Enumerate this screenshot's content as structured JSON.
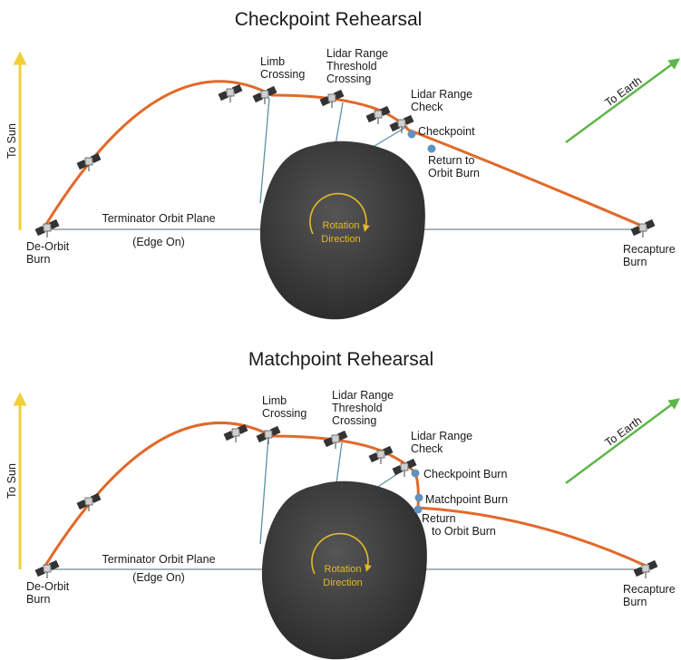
{
  "colors": {
    "trajectory": "#e1692a",
    "sun_arrow": "#f2cf3a",
    "earth_arrow": "#5fb548",
    "event_dot": "#5d93c0",
    "asteroid": "#3b3b3b",
    "rotation": "#e6b92a"
  },
  "icons": [
    "spacecraft-icon",
    "asteroid-icon",
    "rotation-arrow-icon",
    "sun-direction-arrow-icon",
    "earth-direction-arrow-icon"
  ],
  "checkpoint": {
    "title": "Checkpoint Rehearsal",
    "to_sun": "To Sun",
    "to_earth": "To Earth",
    "deorbit": [
      "De-Orbit",
      "Burn"
    ],
    "recapture": [
      "Recapture",
      "Burn"
    ],
    "plane": [
      "Terminator Orbit Plane",
      "(Edge On)"
    ],
    "rotation": [
      "Rotation",
      "Direction"
    ],
    "limb": [
      "Limb",
      "Crossing"
    ],
    "lidar_threshold": [
      "Lidar Range",
      "Threshold",
      "Crossing"
    ],
    "lidar_check": [
      "Lidar Range",
      "Check"
    ],
    "event1": "Checkpoint",
    "return": [
      "Return to",
      "Orbit Burn"
    ]
  },
  "matchpoint": {
    "title": "Matchpoint Rehearsal",
    "to_sun": "To Sun",
    "to_earth": "To Earth",
    "deorbit": [
      "De-Orbit",
      "Burn"
    ],
    "recapture": [
      "Recapture",
      "Burn"
    ],
    "plane": [
      "Terminator Orbit Plane",
      "(Edge On)"
    ],
    "rotation": [
      "Rotation",
      "Direction"
    ],
    "limb": [
      "Limb",
      "Crossing"
    ],
    "lidar_threshold": [
      "Lidar Range",
      "Threshold",
      "Crossing"
    ],
    "lidar_check": [
      "Lidar Range",
      "Check"
    ],
    "event1": "Checkpoint Burn",
    "event2": "Matchpoint Burn",
    "return": [
      "Return",
      "to Orbit Burn"
    ]
  }
}
